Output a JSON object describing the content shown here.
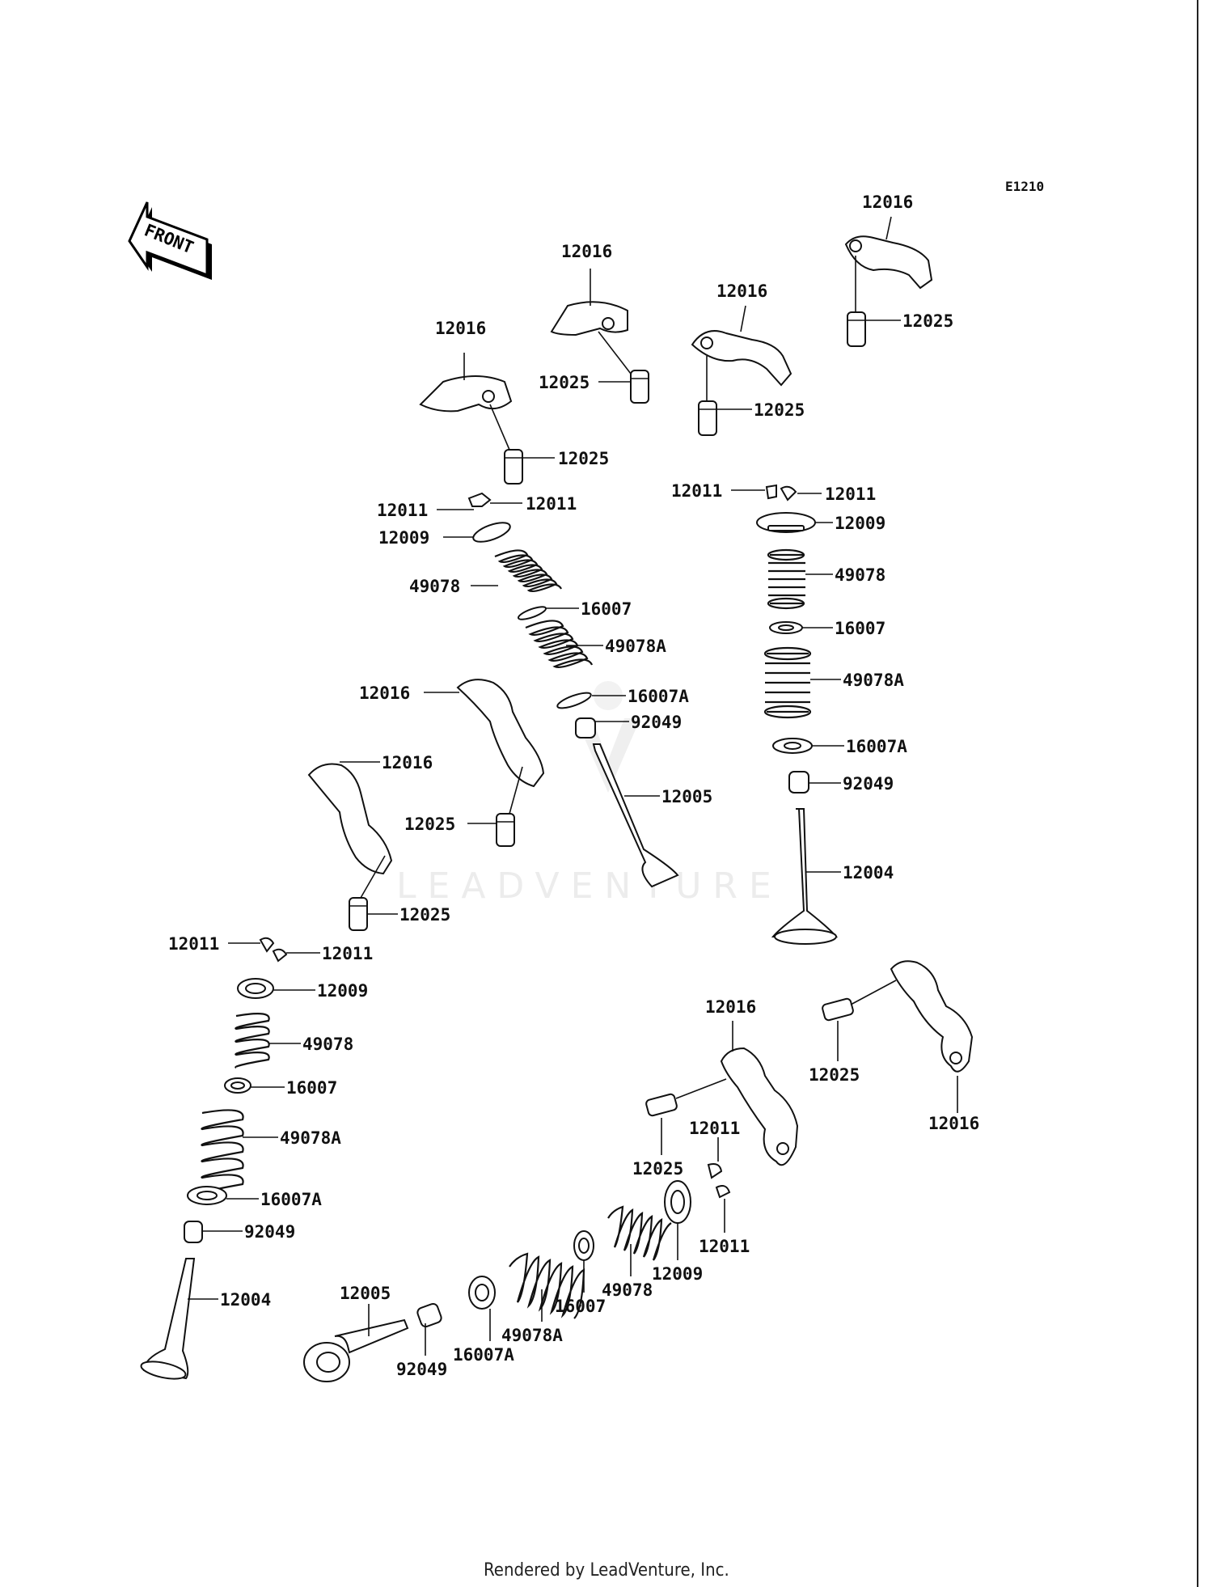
{
  "diagram": {
    "code": "E1210",
    "front_label": "FRONT",
    "footer": "Rendered by LeadVenture, Inc.",
    "watermark": "LEADVENTURE",
    "labels": [
      "12016",
      "12016",
      "12016",
      "12016",
      "12025",
      "12025",
      "12025",
      "12025",
      "12011",
      "12011",
      "12009",
      "49078",
      "16007",
      "49078A",
      "16007A",
      "92049",
      "12005",
      "12011",
      "12011",
      "12009",
      "49078",
      "16007",
      "49078A",
      "16007A",
      "92049",
      "12004",
      "12016",
      "12016",
      "12025",
      "12025",
      "12011",
      "12011",
      "12009",
      "49078",
      "16007",
      "49078A",
      "16007A",
      "92049",
      "12004",
      "12016",
      "12025",
      "12016",
      "12025",
      "12011",
      "12011",
      "12009",
      "49078",
      "16007",
      "49078A",
      "16007A",
      "92049",
      "12005"
    ]
  }
}
